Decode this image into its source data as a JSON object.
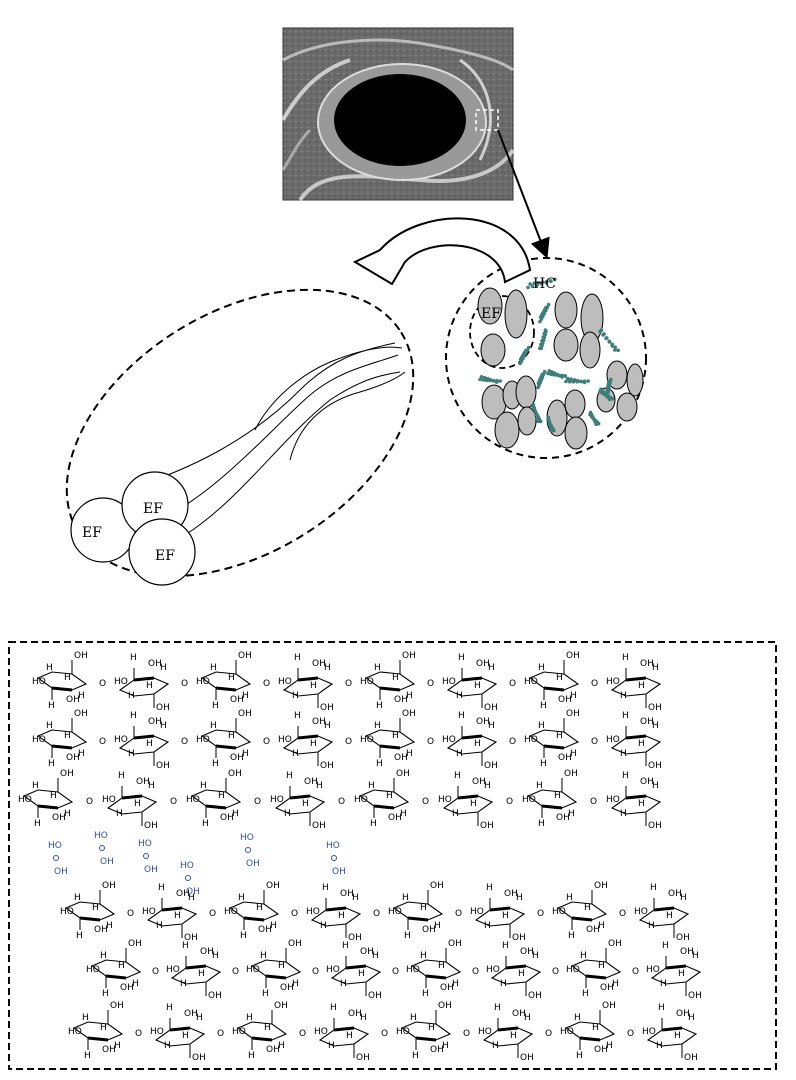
{
  "labels": {
    "hc": "HC",
    "ef_small": "EF",
    "ef_bundle": [
      "EF",
      "EF",
      "EF"
    ]
  },
  "molecule_text": {
    "h": "H",
    "oh": "OH",
    "ho": "HO",
    "o": "O"
  },
  "water_text": {
    "oh": "OH",
    "ho": "HO"
  },
  "colors": {
    "fibril_fill": "#bdbdbd",
    "hemicellulose": "#3d7d7a",
    "water": "#3050b0",
    "micrograph_bg": "#6a6a6a",
    "lumen": "#000000"
  }
}
